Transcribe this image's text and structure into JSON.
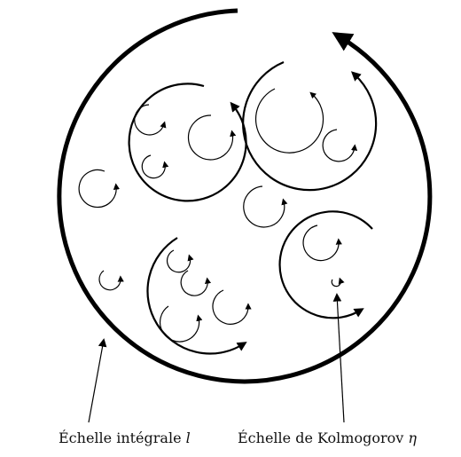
{
  "labels": {
    "integral_scale": {
      "text": "Échelle intégrale",
      "symbol": "l"
    },
    "kolmogorov_scale": {
      "text": "Échelle de Kolmogorov",
      "symbol": "η"
    }
  },
  "colors": {
    "stroke": "#000000",
    "background": "#ffffff"
  }
}
